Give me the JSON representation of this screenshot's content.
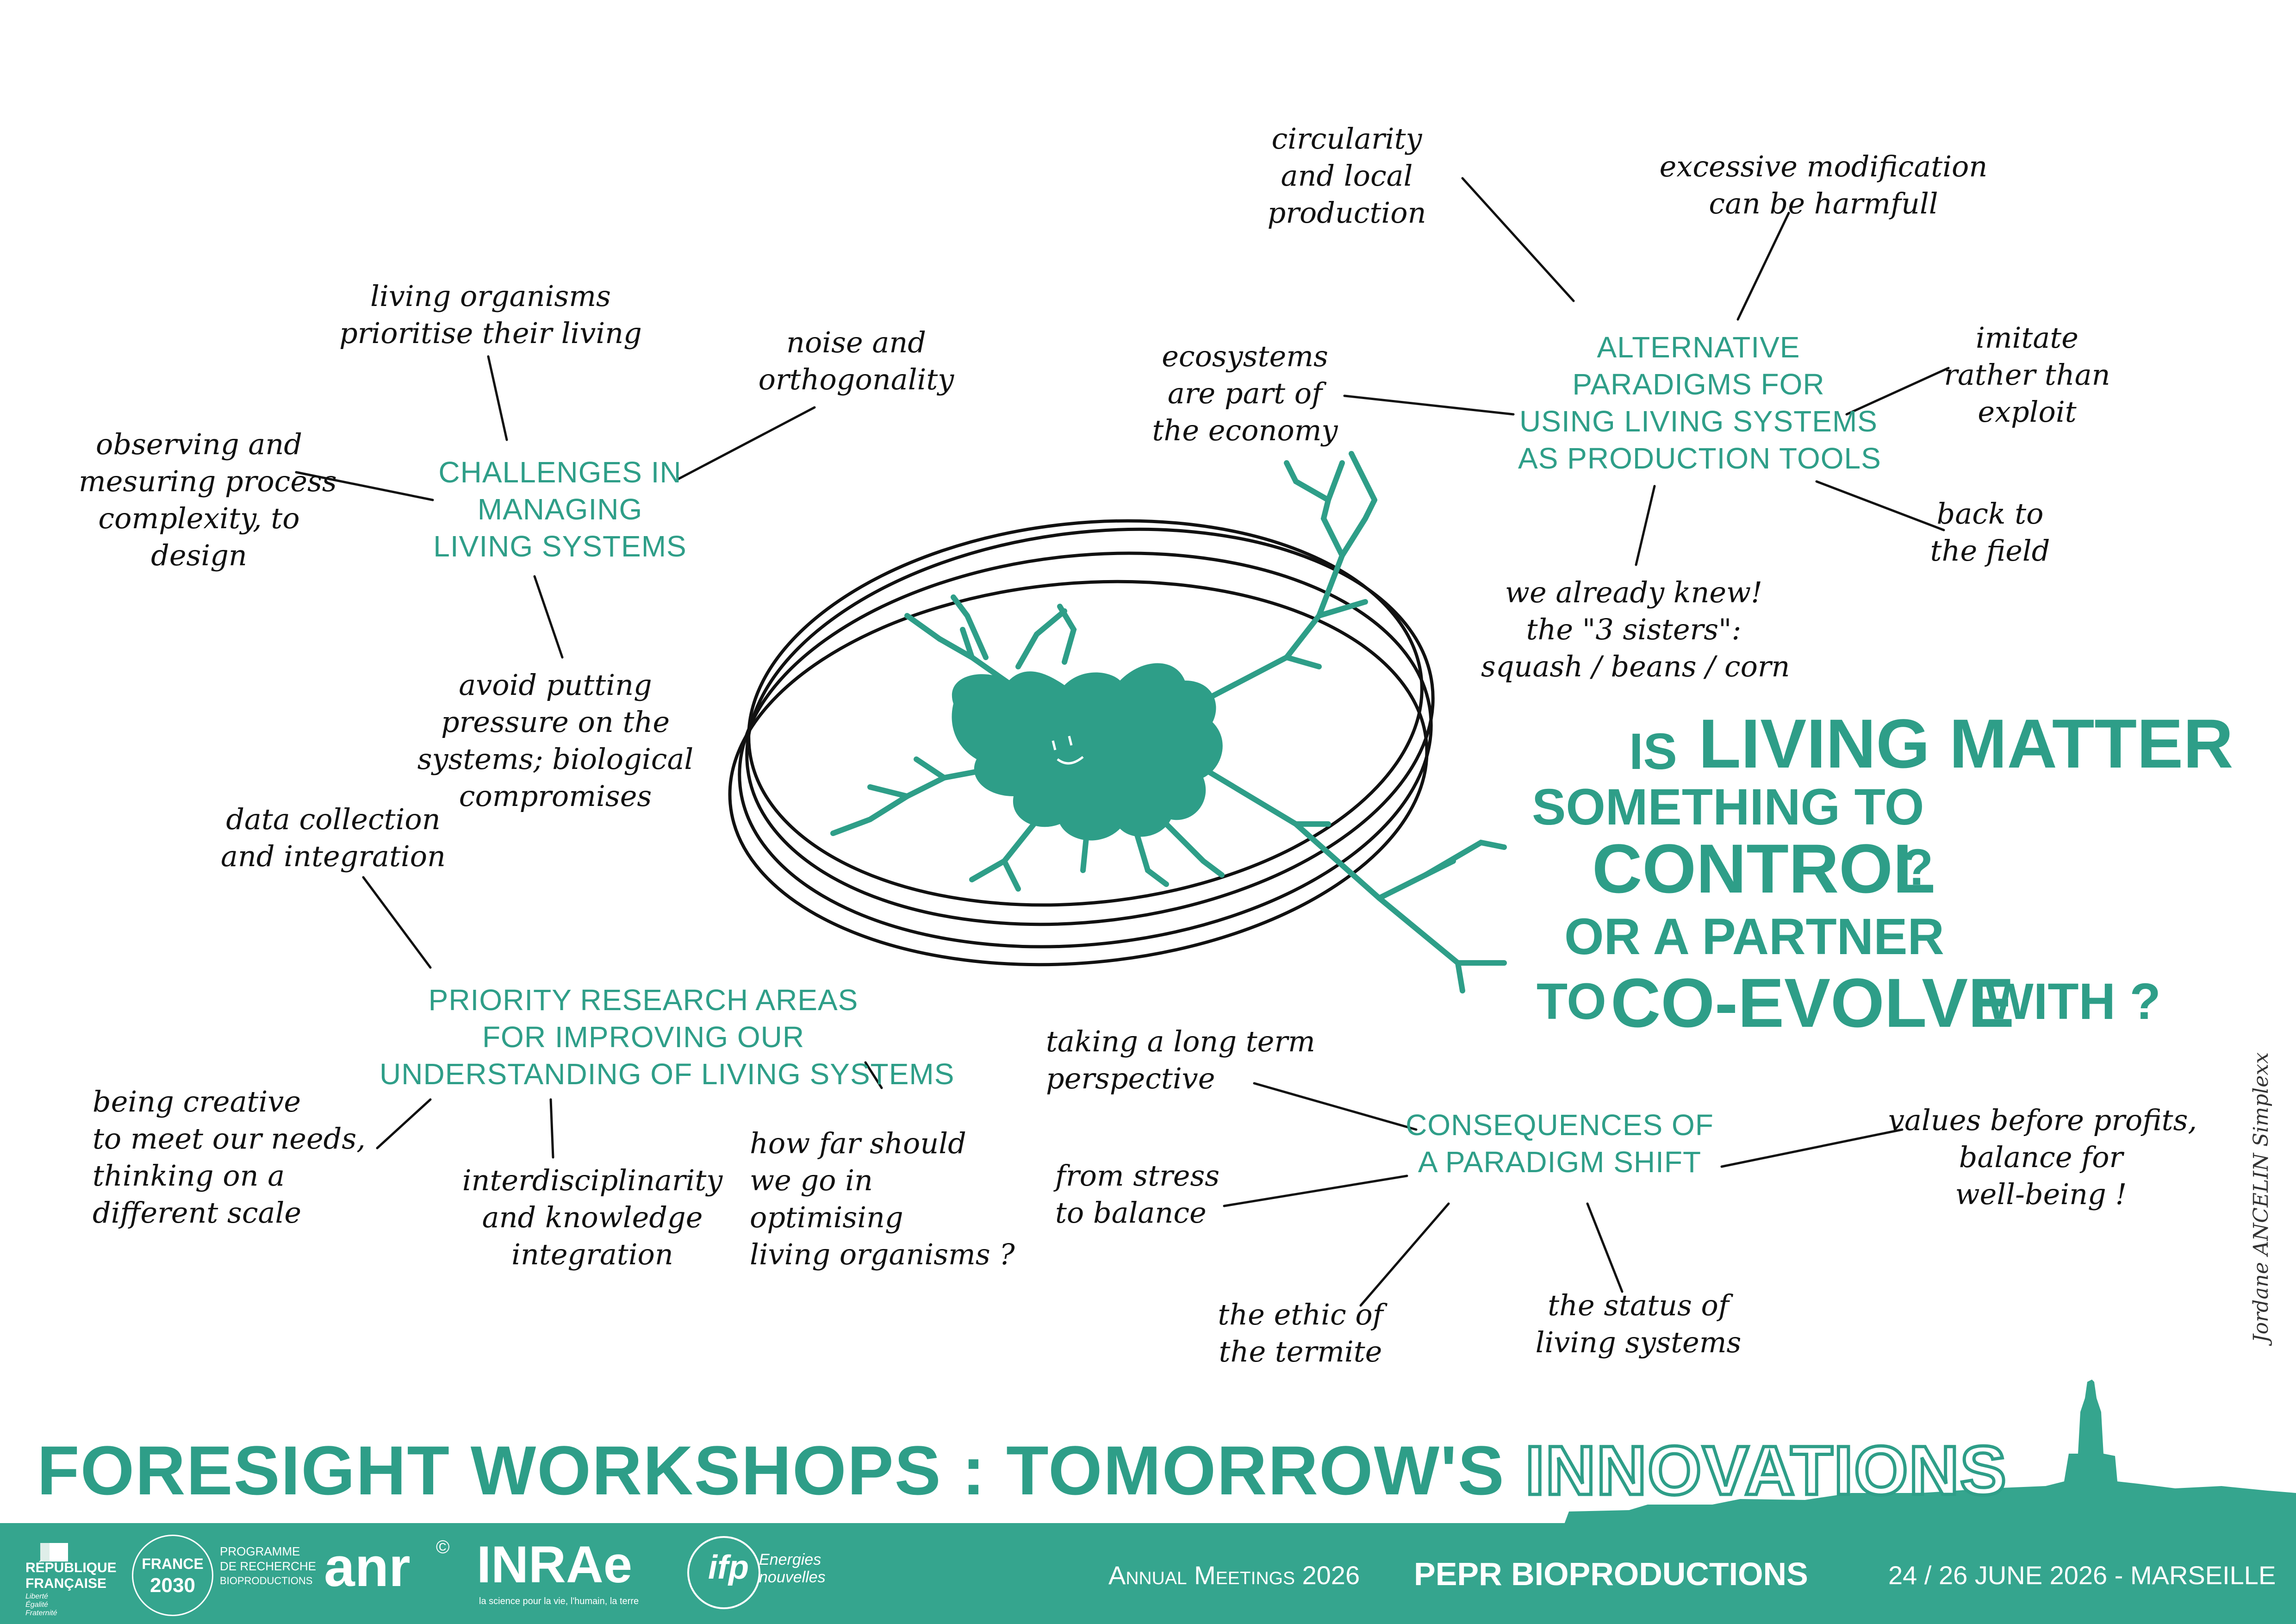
{
  "question": {
    "l1_a": "is",
    "l1_b": "living matter",
    "l2": "something to",
    "l3": "control",
    "l3_q": "?",
    "l4": "or a partner",
    "l5_a": "to",
    "l5_b": "co-evolve",
    "l5_c": "with ?"
  },
  "topics": {
    "challenges": "challenges in\nmanaging\nliving systems",
    "alternative": "alternative\nparadigms for\nusing living systems\nas production tools",
    "priority": "priority research areas\nfor improving our\nunderstanding of living systems",
    "consequences": "consequences of\na paradigm shift"
  },
  "notes": {
    "living_organisms": "living organisms\nprioritise their living",
    "noise": "noise and\northogonality",
    "observing": "observing and\nmesuring process\ncomplexity, to\ndesign",
    "avoid": "avoid putting\npressure on the\nsystems; biological\ncompromises",
    "circularity": "circularity\nand local\nproduction",
    "excessive": "excessive modification\ncan be harmfull",
    "ecosystems": "ecosystems\nare part of\nthe economy",
    "imitate": "imitate\nrather than\nexploit",
    "back_field": "back to\nthe field",
    "already_knew": "we already knew!\nthe \"3 sisters\":\nsquash / beans / corn",
    "data_collection": "data collection\nand integration",
    "creative": "being creative\nto meet our needs,\nthinking on a\ndifferent scale",
    "interdisciplinarity": "interdisciplinarity\nand knowledge\nintegration",
    "how_far": "how far should\nwe go in\noptimising\nliving organisms ?",
    "long_term": "taking a long term\nperspective",
    "stress": "from stress\nto balance",
    "values": "values before profits,\nbalance for\nwell-being !",
    "ethic": "the ethic of\nthe termite",
    "status": "the status of\nliving systems"
  },
  "title": {
    "main": "FORESIGHT WORKSHOPS : TOMORROW'S ",
    "highlight": "INNOVATIONS"
  },
  "footer": {
    "rf_line1": "RÉPUBLIQUE",
    "rf_line2": "FRANÇAISE",
    "rf_motto": "Liberté\nÉgalité\nFraternité",
    "france_top": "FRANCE",
    "france_bottom": "2030",
    "programme": "PROGRAMME\nDE RECHERCHE",
    "programme_sub": "BIOPRODUCTIONS",
    "anr": "anr",
    "anr_mark": "©",
    "inrae": "INRAe",
    "inrae_tag": "la science pour la vie, l'humain, la terre",
    "ifp": "ifp",
    "ifp_sub": "Energies\nnouvelles",
    "annual": "Annual Meetings 2026",
    "pepr": "PEPR BIOPRODUCTIONS",
    "dates": "24 / 26 JUNE 2026 - MARSEILLE"
  },
  "credit": "Jordane ANCELIN Simplexx",
  "colors": {
    "accent": "#2e9e88",
    "band": "#35a58e",
    "ink": "#111111"
  }
}
